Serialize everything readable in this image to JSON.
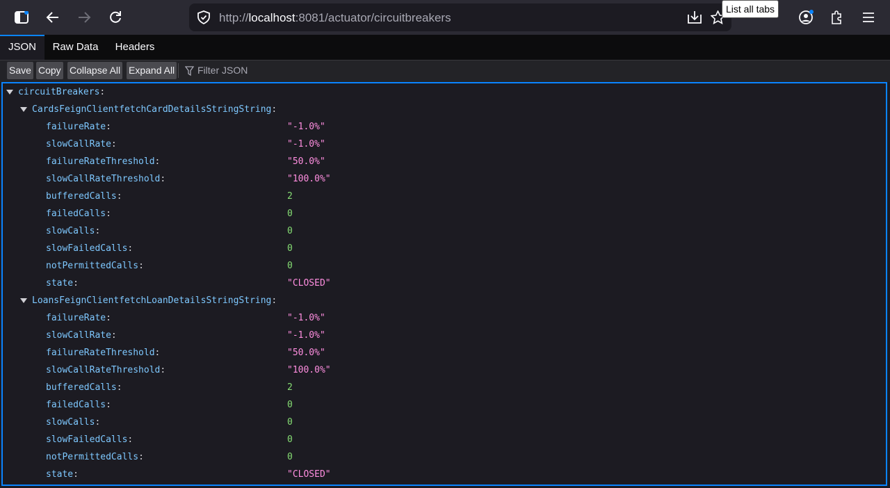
{
  "browser": {
    "url_prefix": "http://",
    "url_host": "localhost",
    "url_rest": ":8081/actuator/circuitbreakers",
    "tooltip": "List all tabs"
  },
  "viewer_tabs": [
    "JSON",
    "Raw Data",
    "Headers"
  ],
  "actions": {
    "save": "Save",
    "copy": "Copy",
    "collapse_all": "Collapse All",
    "expand_all": "Expand All",
    "filter_placeholder": "Filter JSON"
  },
  "tree": {
    "root_key": "circuitBreakers",
    "breakers": [
      {
        "name": "CardsFeignClientfetchCardDetailsStringString",
        "fields": [
          {
            "key": "failureRate",
            "value": "\"-1.0%\"",
            "type": "str"
          },
          {
            "key": "slowCallRate",
            "value": "\"-1.0%\"",
            "type": "str"
          },
          {
            "key": "failureRateThreshold",
            "value": "\"50.0%\"",
            "type": "str"
          },
          {
            "key": "slowCallRateThreshold",
            "value": "\"100.0%\"",
            "type": "str"
          },
          {
            "key": "bufferedCalls",
            "value": "2",
            "type": "num"
          },
          {
            "key": "failedCalls",
            "value": "0",
            "type": "num"
          },
          {
            "key": "slowCalls",
            "value": "0",
            "type": "num"
          },
          {
            "key": "slowFailedCalls",
            "value": "0",
            "type": "num"
          },
          {
            "key": "notPermittedCalls",
            "value": "0",
            "type": "num"
          },
          {
            "key": "state",
            "value": "\"CLOSED\"",
            "type": "str"
          }
        ]
      },
      {
        "name": "LoansFeignClientfetchLoanDetailsStringString",
        "fields": [
          {
            "key": "failureRate",
            "value": "\"-1.0%\"",
            "type": "str"
          },
          {
            "key": "slowCallRate",
            "value": "\"-1.0%\"",
            "type": "str"
          },
          {
            "key": "failureRateThreshold",
            "value": "\"50.0%\"",
            "type": "str"
          },
          {
            "key": "slowCallRateThreshold",
            "value": "\"100.0%\"",
            "type": "str"
          },
          {
            "key": "bufferedCalls",
            "value": "2",
            "type": "num"
          },
          {
            "key": "failedCalls",
            "value": "0",
            "type": "num"
          },
          {
            "key": "slowCalls",
            "value": "0",
            "type": "num"
          },
          {
            "key": "slowFailedCalls",
            "value": "0",
            "type": "num"
          },
          {
            "key": "notPermittedCalls",
            "value": "0",
            "type": "num"
          },
          {
            "key": "state",
            "value": "\"CLOSED\"",
            "type": "str"
          }
        ]
      }
    ]
  }
}
